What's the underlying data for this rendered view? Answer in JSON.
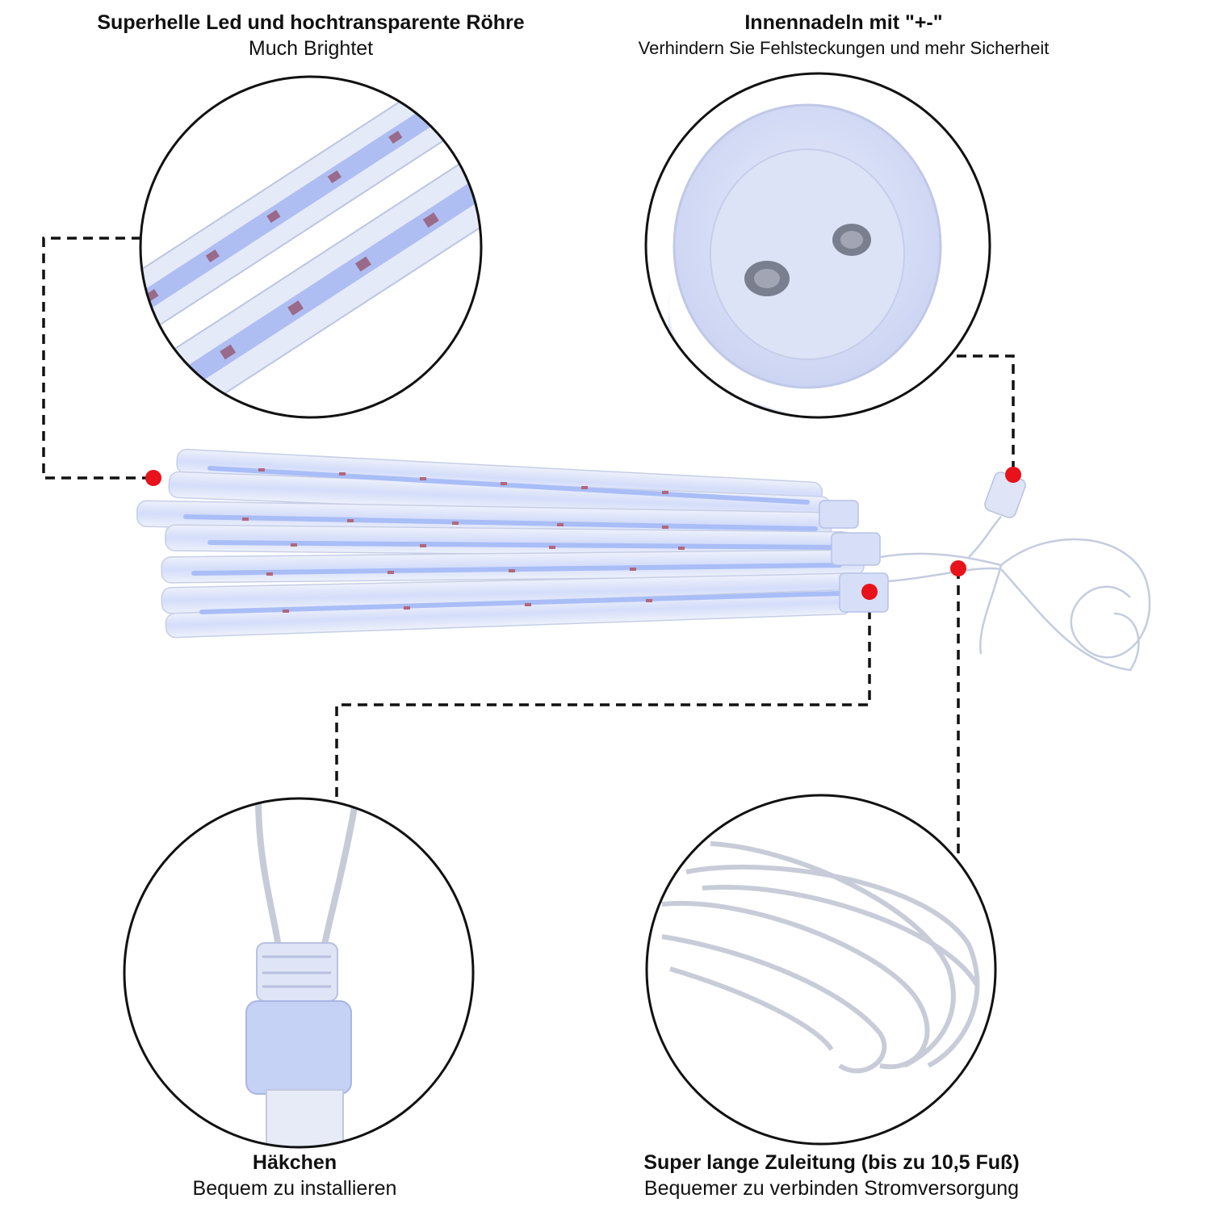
{
  "features": [
    {
      "title": "Superhelle Led und hochtransparente Röhre",
      "subtitle": "Much Brightet"
    },
    {
      "title": "Innennadeln mit \"+-\"",
      "subtitle": "Verhindern Sie Fehlsteckungen und mehr Sicherheit"
    },
    {
      "title": "Häkchen",
      "subtitle": "Bequem zu installieren"
    },
    {
      "title": "Super lange Zuleitung (bis zu 10,5 Fuß)",
      "subtitle": "Bequemer zu verbinden Stromversorgung"
    }
  ],
  "colors": {
    "callout_dot": "#e8121b",
    "tube_led": "#9fb8ff",
    "dashed_line": "#111111"
  }
}
